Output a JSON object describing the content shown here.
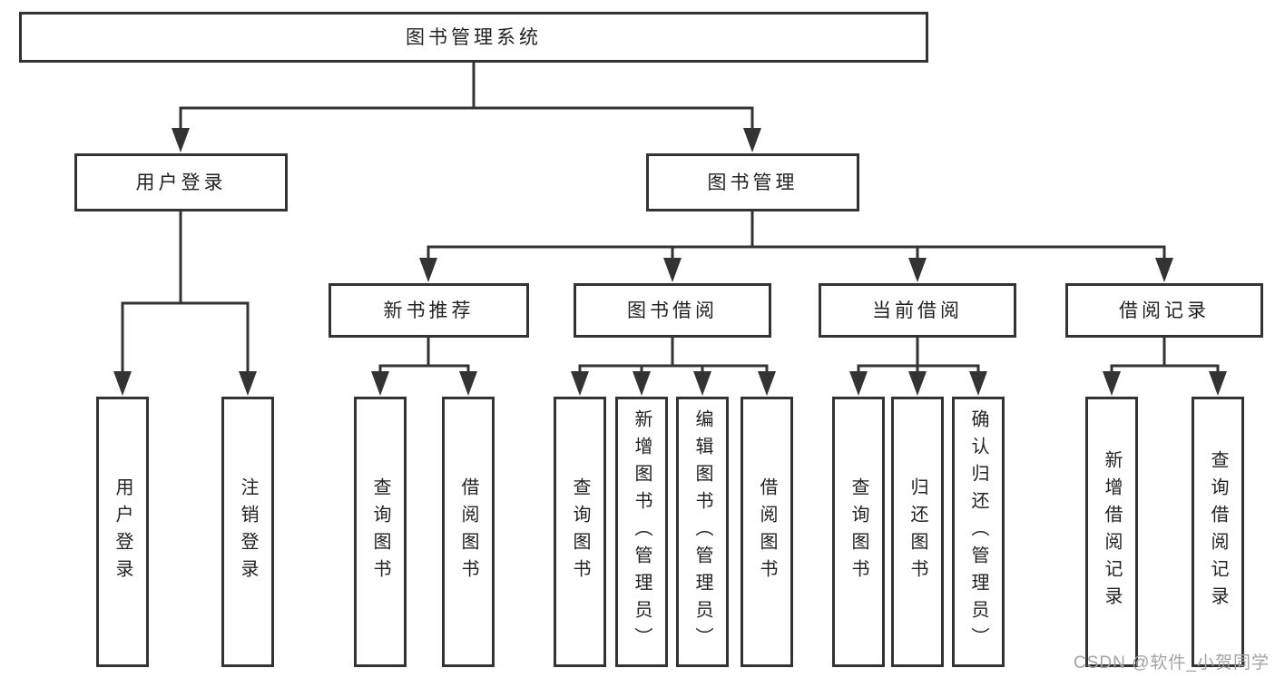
{
  "diagram": {
    "root": {
      "label": "图书管理系统"
    },
    "level2": {
      "user_login": {
        "label": "用户登录"
      },
      "book_management": {
        "label": "图书管理"
      }
    },
    "level3": {
      "new_book_recommend": {
        "label": "新书推荐"
      },
      "book_borrowing": {
        "label": "图书借阅"
      },
      "current_borrowing": {
        "label": "当前借阅"
      },
      "borrowing_records": {
        "label": "借阅记录"
      }
    },
    "leaves": {
      "user_login_leaf": {
        "label": "用户登录"
      },
      "logout_leaf": {
        "label": "注销登录"
      },
      "nbr_query_books": {
        "label": "查询图书"
      },
      "nbr_borrow_books": {
        "label": "借阅图书"
      },
      "bb_query_books": {
        "label": "查询图书"
      },
      "bb_add_books": {
        "label": "新增图书（管理员）"
      },
      "bb_edit_books": {
        "label": "编辑图书（管理员）"
      },
      "bb_borrow_books": {
        "label": "借阅图书"
      },
      "cb_query_books": {
        "label": "查询图书"
      },
      "cb_return_books": {
        "label": "归还图书"
      },
      "cb_confirm_return": {
        "label": "确认归还（管理员）"
      },
      "br_add_record": {
        "label": "新增借阅记录"
      },
      "br_query_record": {
        "label": "查询借阅记录"
      }
    },
    "watermark": "CSDN @软件_小贺同学",
    "colors": {
      "line": "#333333",
      "box_border": "#333333",
      "text": "#222222",
      "watermark": "#a3a3a3",
      "background": "#ffffff"
    }
  }
}
